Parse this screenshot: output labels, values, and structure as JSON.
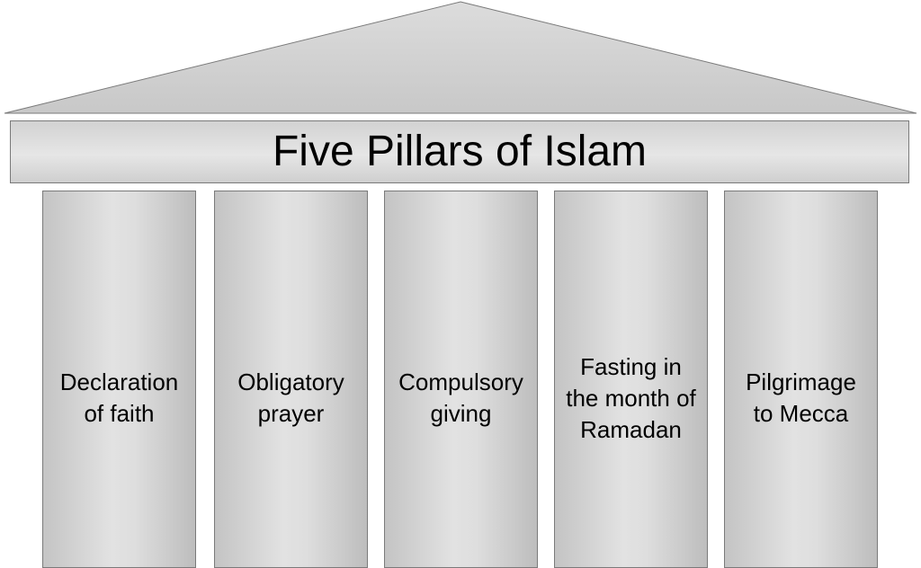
{
  "title": "Five Pillars of Islam",
  "pillars": [
    {
      "label": "Declaration\nof faith"
    },
    {
      "label": "Obligatory\nprayer"
    },
    {
      "label": "Compulsory\ngiving"
    },
    {
      "label": "Fasting in\nthe month of\nRamadan"
    },
    {
      "label": "Pilgrimage\nto Mecca"
    }
  ],
  "colors": {
    "fill": "#d6d6d6",
    "stroke": "#7a7a7a",
    "text": "#000000"
  }
}
